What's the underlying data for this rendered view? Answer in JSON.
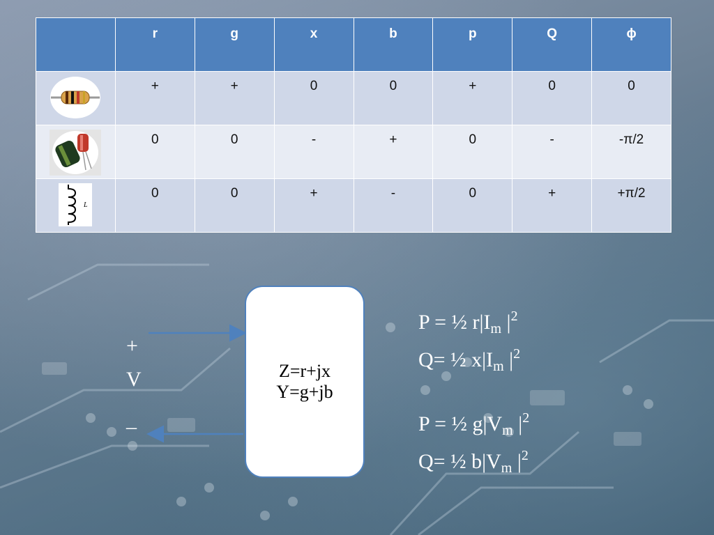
{
  "table": {
    "headers": [
      "r",
      "g",
      "x",
      "b",
      "p",
      "Q",
      "ϕ"
    ],
    "rows": [
      {
        "icon": "resistor-icon",
        "cells": [
          "+",
          "+",
          "0",
          "0",
          "+",
          "0",
          "0"
        ]
      },
      {
        "icon": "capacitor-icon",
        "cells": [
          "0",
          "0",
          "-",
          "+",
          "0",
          "-",
          "-π/2"
        ]
      },
      {
        "icon": "inductor-icon",
        "cells": [
          "0",
          "0",
          "+",
          "-",
          "0",
          "+",
          "+π/2"
        ]
      }
    ]
  },
  "diagram": {
    "plus": "+",
    "voltage": "V",
    "minus": "_",
    "impedance": "Z=r+jx",
    "admittance": "Y=g+jb"
  },
  "formulas": [
    {
      "left": "P = ½ r|I",
      "sub": "m",
      "right": " |",
      "sup": "2"
    },
    {
      "left": "Q= ½ x|I",
      "sub": "m",
      "right": " |",
      "sup": "2"
    },
    {
      "left": "P = ½ g|V",
      "sub": "m",
      "right": " |",
      "sup": "2"
    },
    {
      "left": "Q= ½ b|V",
      "sub": "m",
      "right": " |",
      "sup": "2"
    }
  ]
}
